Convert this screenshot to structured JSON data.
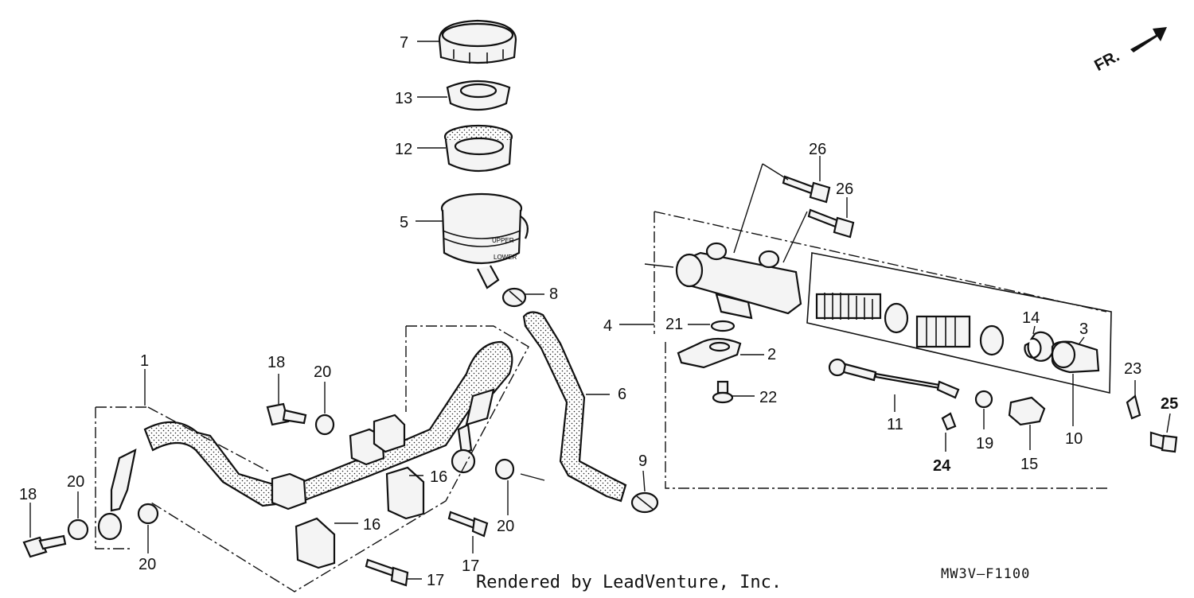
{
  "diagram": {
    "direction_label": "FR.",
    "credit": "Rendered by LeadVenture, Inc.",
    "diagram_code": "MW3V—F1100",
    "callouts": [
      "1",
      "2",
      "3",
      "4",
      "5",
      "6",
      "7",
      "8",
      "9",
      "10",
      "11",
      "12",
      "13",
      "14",
      "15",
      "16",
      "17",
      "18",
      "19",
      "20",
      "21",
      "22",
      "23",
      "24",
      "25",
      "26"
    ],
    "reservoir_markings": {
      "upper": "UPPER",
      "lower": "LOWER"
    }
  }
}
